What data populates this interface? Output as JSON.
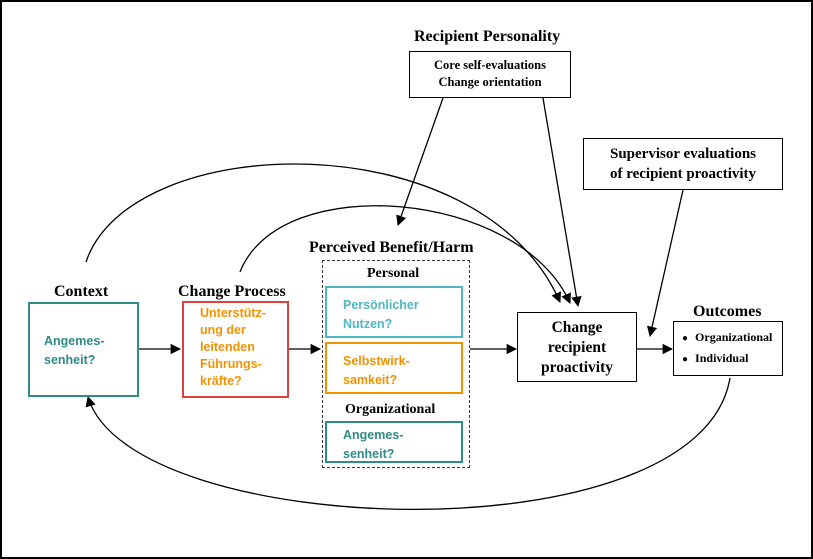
{
  "colors": {
    "teal": "#2e8b86",
    "light_teal": "#4fb7c1",
    "orange": "#f29200",
    "red": "#e0413c",
    "black": "#000000"
  },
  "recipient_personality": {
    "title": "Recipient Personality",
    "items": [
      "Core self-evaluations",
      "Change orientation"
    ]
  },
  "supervisor": {
    "text": "Supervisor evaluations\nof recipient proactivity"
  },
  "perceived": {
    "title": "Perceived Benefit/Harm",
    "personal_label": "Personal",
    "organizational_label": "Organizational",
    "personal_box1": "Persönlicher\nNutzen?",
    "personal_box2": "Selbstwirk-\nsamkeit?",
    "org_box": "Angemes-\nsenheit?"
  },
  "context": {
    "title": "Context",
    "box": "Angemes-\nsenheit?"
  },
  "change_process": {
    "title": "Change Process",
    "box": "Unterstütz-\nung der\nleitenden\nFührungs-\nkräfte?"
  },
  "change_proactivity": {
    "text": "Change\nrecipient\nproactivity"
  },
  "outcomes": {
    "title": "Outcomes",
    "items": [
      "Organizational",
      "Individual"
    ],
    "bullet": "●"
  }
}
